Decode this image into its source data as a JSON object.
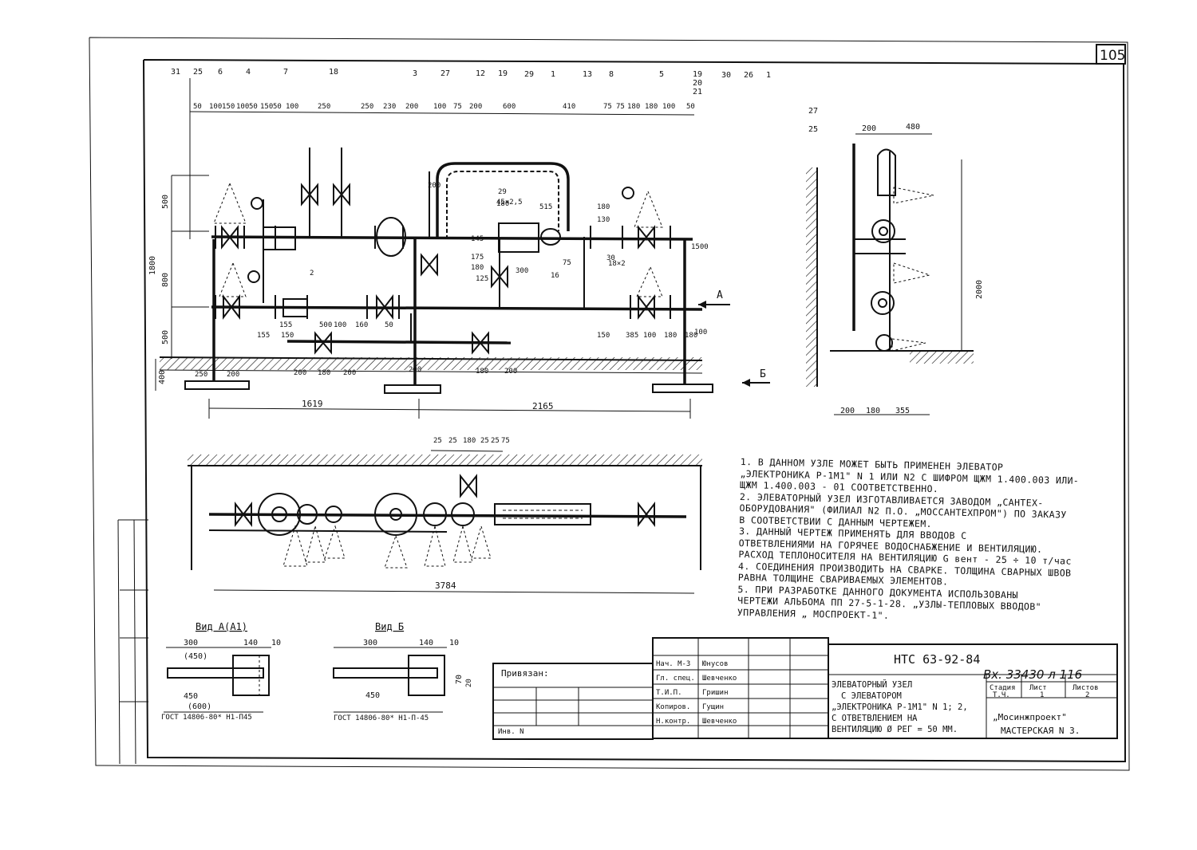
{
  "sheet_number": "105",
  "callouts_top": [
    "31",
    "25",
    "6",
    "4",
    "7",
    "18",
    "3",
    "27",
    "12",
    "19",
    "29",
    "1",
    "13",
    "8",
    "5",
    "19",
    "20",
    "21",
    "30",
    "26",
    "1"
  ],
  "dims_top": [
    "50",
    "100",
    "150",
    "100",
    "50",
    "150",
    "50",
    "100",
    "250",
    "250",
    "230",
    "200",
    "100",
    "75",
    "200",
    "600",
    "410",
    "75",
    "75",
    "180",
    "180",
    "100",
    "50"
  ],
  "dims_left": [
    "500",
    "1800",
    "800",
    "500",
    "400"
  ],
  "dims_misc": [
    "200",
    "180",
    "145",
    "175",
    "180",
    "125",
    "45×2,5",
    "29",
    "515",
    "130",
    "180",
    "18×2",
    "30",
    "75",
    "16",
    "300",
    "155",
    "500",
    "100",
    "160",
    "150",
    "385",
    "100",
    "180",
    "180",
    "100",
    "50",
    "155",
    "150",
    "200",
    "180",
    "200",
    "250",
    "200",
    "180",
    "200",
    "200",
    "1500",
    "2"
  ],
  "dims_bottom": [
    "1619",
    "2165"
  ],
  "section_labels": {
    "a": "A",
    "b": "Б"
  },
  "side_view": {
    "callouts": [
      "27",
      "25"
    ],
    "dims_top": [
      "200",
      "480"
    ],
    "dim_height": "2000",
    "dims_bottom": [
      "200",
      "180",
      "355"
    ]
  },
  "plan_view": {
    "dims_top": [
      "25",
      "25",
      "180",
      "25",
      "25",
      "75"
    ],
    "dim_total": "3784"
  },
  "notes": [
    "1. В ДАННОМ   УЗЛЕ МОЖЕТ БЫТЬ ПРИМЕНЕН   ЭЛЕВАТОР",
    "„ЭЛЕКТРОНИКА Р-1М1\" N 1 ИЛИ N2  С ШИФРОМ ЩЖМ 1.400.003 ИЛИ-",
    "ЩЖМ 1.400.003 - 01  СООТВЕТСТВЕННО.",
    "2. ЭЛЕВАТОРНЫЙ УЗЕЛ ИЗГОТАВЛИВАЕТСЯ ЗАВОДОМ „САНТЕХ-",
    "ОБОРУДОВАНИЯ\" (ФИЛИАЛ N2 П.О. „МОССАНТЕХПРОМ\")  ПО ЗАКАЗУ",
    "В СООТВЕТСТВИИ С ДАННЫМ  ЧЕРТЕЖЕМ.",
    "3. ДАННЫЙ ЧЕРТЕЖ  ПРИМЕНЯТЬ ДЛЯ ВВОДОВ  С",
    "ОТВЕТВЛЕНИЯМИ НА ГОРЯЧЕЕ ВОДОСНАБЖЕНИЕ И ВЕНТИЛЯЦИЮ.",
    "РАСХОД ТЕПЛОНОСИТЕЛЯ  НА  ВЕНТИЛЯЦИЮ  G вент - 25 ÷ 10 т/час",
    "4. СОЕДИНЕНИЯ ПРОИЗВОДИТЬ НА СВАРКЕ. ТОЛЩИНА СВАРНЫХ ШВОВ",
    "РАВНА ТОЛЩИНЕ СВАРИВАЕМЫХ ЭЛЕМЕНТОВ.",
    "5. ПРИ  РАЗРАБОТКЕ  ДАННОГО  ДОКУМЕНТА  ИСПОЛЬЗОВАНЫ",
    "ЧЕРТЕЖИ АЛЬБОМА  ПП 27-5-1-28.  „УЗЛЫ-ТЕПЛОВЫХ ВВОДОВ\"",
    "УПРАВЛЕНИЯ  „ МОСПРОЕКТ-1\"."
  ],
  "view_a": {
    "title": "Вид А(А1)",
    "dims_top": [
      "300",
      "140",
      "10"
    ],
    "dim_inner": "(450)",
    "dims_bottom": [
      "450",
      "(600)"
    ],
    "gost": "ГОСТ 14806-80* Н1-П45"
  },
  "view_b": {
    "title": "Вид Б",
    "dims_top": [
      "300",
      "140",
      "10"
    ],
    "dim_side": "70",
    "dim_side2": "20",
    "dims_bottom": [
      "450"
    ],
    "gost": "ГОСТ 14806-80* Н1-П-45"
  },
  "title_block": {
    "privyazan": "Привязан:",
    "inv": "Инв. N",
    "doc_code": "НТС  63-92-84",
    "handwritten_code": "Вх. 33430 л 116",
    "description": [
      "ЭЛЕВАТОРНЫЙ  УЗЕЛ",
      "С  ЭЛЕВАТОРОМ",
      "„ЭЛЕКТРОНИКА Р-1М1\" N 1; 2,",
      "С ОТВЕТВЛЕНИЕМ  НА",
      "ВЕНТИЛЯЦИЮ  Ø РЕГ = 50 ММ."
    ],
    "signatures": [
      {
        "role": "Нач. М-3",
        "name": "Юнусов"
      },
      {
        "role": "Гл. спец.",
        "name": "Шевченко"
      },
      {
        "role": "Т.И.П.",
        "name": "Гришин"
      },
      {
        "role": "Копиров.",
        "name": "Гущин"
      },
      {
        "role": "Н.контр.",
        "name": "Шевченко"
      }
    ],
    "stage_headers": [
      "Стадия",
      "Лист",
      "Листов"
    ],
    "stage_values": [
      "Т.Ч.",
      "1",
      "2"
    ],
    "org": [
      "„Мосинжпроект\"",
      "МАСТЕРСКАЯ N 3."
    ]
  }
}
